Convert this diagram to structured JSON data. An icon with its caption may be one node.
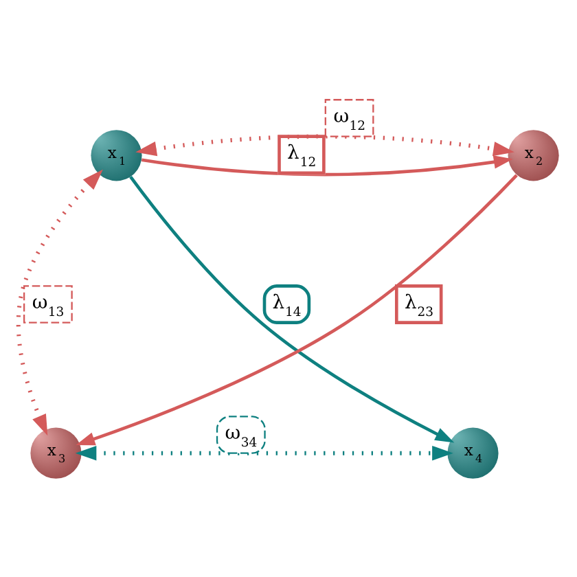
{
  "diagram": {
    "nodes": [
      {
        "text": [
          "x$_{1}$"
        ]
      },
      {
        "text": [
          "x$_{2}$"
        ]
      },
      {
        "text": [
          "x$_{3}$"
        ]
      },
      {
        "text": [
          "x$_{4}$"
        ]
      }
    ],
    "edges": [
      {
        "from": 0,
        "to": 1,
        "arrow": "to",
        "label": "λ$_{12}$"
      },
      {
        "from": 1,
        "to": 2,
        "arrow": "to",
        "label": "λ$_{23}$"
      },
      {
        "from": 0,
        "to": 3,
        "arrow": "to",
        "label": "λ$_{14}$",
        "color": "#0e8080"
      },
      {
        "from": 0,
        "to": 1,
        "arrow": "both",
        "label": "ω$_{12}$",
        "style": "dashed"
      },
      {
        "from": 0,
        "to": 2,
        "arrow": "both",
        "label": "ω$_{13}$",
        "style": "dashed"
      },
      {
        "from": 2,
        "to": 3,
        "arrow": "both",
        "label": "ω$_{34}$",
        "style": "dashed",
        "color": "#0e8080"
      }
    ]
  }
}
